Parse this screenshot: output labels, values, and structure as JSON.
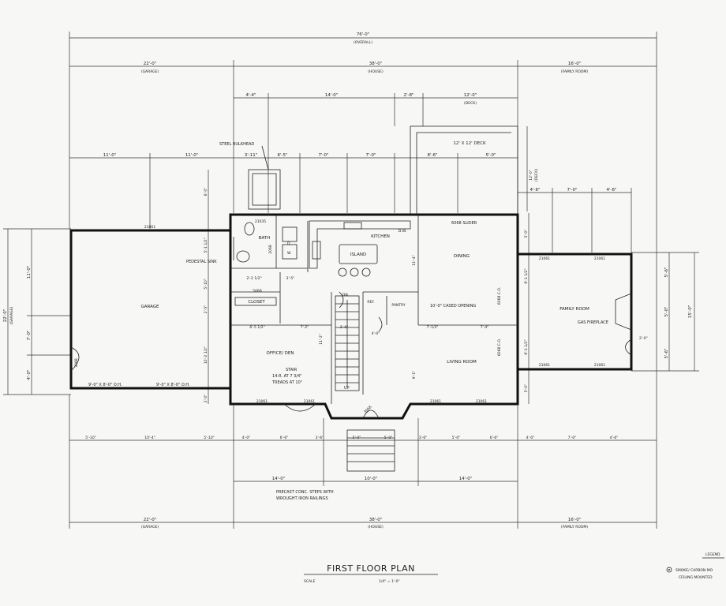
{
  "title": "FIRST FLOOR PLAN",
  "scale_label": "SCALE",
  "scale_value": "1/4\" = 1'-0\"",
  "legend": {
    "heading": "LEGEND",
    "item": "SMOKE/ CARBON MO",
    "item2": "CEILING MOUNTED"
  },
  "top_dims": {
    "overall": "76'-0\"",
    "overall_sub": "(OVERALL)",
    "garage": "22'-0\"",
    "garage_sub": "(GARAGE)",
    "house": "38'-0\"",
    "house_sub": "(HOUSE)",
    "family": "16'-0\"",
    "family_sub": "(FAMILY ROOM)"
  },
  "row2": [
    "4'-4\"",
    "14'-0\"",
    "2'-8\"",
    "12'-0\""
  ],
  "deck_sub": "(DECK)",
  "row3": [
    "11'-0\"",
    "11'-0\"",
    "3'-11\"",
    "6'-5\"",
    "7'-0\"",
    "7'-0\"",
    "8'-6\"",
    "5'-0\""
  ],
  "row4": [
    "4'-6\"",
    "7'-0\"",
    "4'-6\""
  ],
  "bottom_dims": [
    "5'-10\"",
    "10'-4\"",
    "5'-10\"",
    "4'-0\"",
    "6'-6\"",
    "3'-6\"",
    "5'-0\"",
    "5'-0\"",
    "3'-6\"",
    "5'-0\"",
    "6'-6\"",
    "4'-0\"",
    "7'-0\"",
    "4'-6\""
  ],
  "bottom2": [
    "14'-0\"",
    "10'-0\"",
    "14'-0\""
  ],
  "bottom_overall": {
    "garage": "22'-0\"",
    "garage_sub": "(GARAGE)",
    "house": "38'-0\"",
    "house_sub": "(HOUSE)",
    "family": "16'-0\"",
    "family_sub": "(FAMILY ROOM)"
  },
  "left_dims": {
    "overall": "22'-0\"",
    "overall_sub": "(GARAGE)",
    "d1": "11'-0\"",
    "d2": "7'-0\"",
    "d3": "4'-0\""
  },
  "right_dims": {
    "overall": "15'-0\"",
    "d1": "5'-6\"",
    "d2": "5'-0\"",
    "d3": "5'-6\""
  },
  "inner_left_dims": [
    "6'-0\"",
    "5'-1 1/2\"",
    "5'-10\"",
    "2'-5\"",
    "10'-2 1/2\"",
    "2'-0\""
  ],
  "deck_left_dims": [
    "12'-0\"",
    "(DECK)"
  ],
  "deck_right_side": [
    "5'-0\"",
    "6'-1 1/2\"",
    "6'-1 1/2\"",
    "5'-0\""
  ],
  "rooms": {
    "garage": "GARAGE",
    "bath": "BATH",
    "closet": "CLOSET",
    "kitchen": "KITCHEN",
    "island": "ISLAND",
    "dining": "DINING",
    "office": "OFFICE/ DEN",
    "living": "LIVING ROOM",
    "family": "FAMILY ROOM",
    "deck": "12' X 12' DECK",
    "pantry": "PANTRY",
    "ref": "REF.",
    "dw": "D.W.",
    "dn": "DN."
  },
  "labels": {
    "steel_bulkhead": "STEEL BULKHEAD",
    "pedestal_sink": "PEDESTAL SINK",
    "gas_fireplace": "GAS FIREPLACE",
    "cased_opening": "10'-0\" CASED OPENING",
    "slider": "6068 SLIDER",
    "garage_door1": "9'-0\" X 8'-0\" O.H.",
    "garage_door2": "9'-0\" X 8'-0\" O.H.",
    "stair1": "STAIR",
    "stair2": "14-R. AT 7 3/4\"",
    "stair3": "TREADS AT 10\"",
    "up": "UP",
    "steps1": "PRECAST CONC. STEPS WITH",
    "steps2": "WROUGHT IRON RAILINGS",
    "co1": "6068 C.O.",
    "co2": "6068 C.O.",
    "door_3068": "3068",
    "door_2068": "2068",
    "door_3068b": "3068",
    "door_5068": "5068",
    "family_w": "2'-0\"",
    "kitchen_d1": "2'-2 1/2\"",
    "kitchen_d2": "3'-5\"",
    "kitchen_d3": "11'-4\"",
    "mid_d1": "6'-5 1/2\"",
    "mid_d2": "7'-2\"",
    "mid_d3": "3'-0\"",
    "mid_d4": "4'-0\"",
    "mid_d5": "7'-1/2\"",
    "mid_d6": "7'-4\"",
    "off_d": "11'-2\"",
    "liv_d": "9'-1\"",
    "win_21035": "21035",
    "win_21061_a": "21061",
    "win_21061_b": "21061",
    "win_21061_c": "21061",
    "win_21061_d": "21061",
    "win_21061_e": "21061",
    "win_21061_f": "21061",
    "win_21061_g": "21061",
    "win_21061_h": "21061",
    "win_21061_i": "21061",
    "door_2468": "2468",
    "door_2068b": "2068",
    "d_label": "D.",
    "w_label": "W.",
    "cased": "CASED OPENING"
  }
}
